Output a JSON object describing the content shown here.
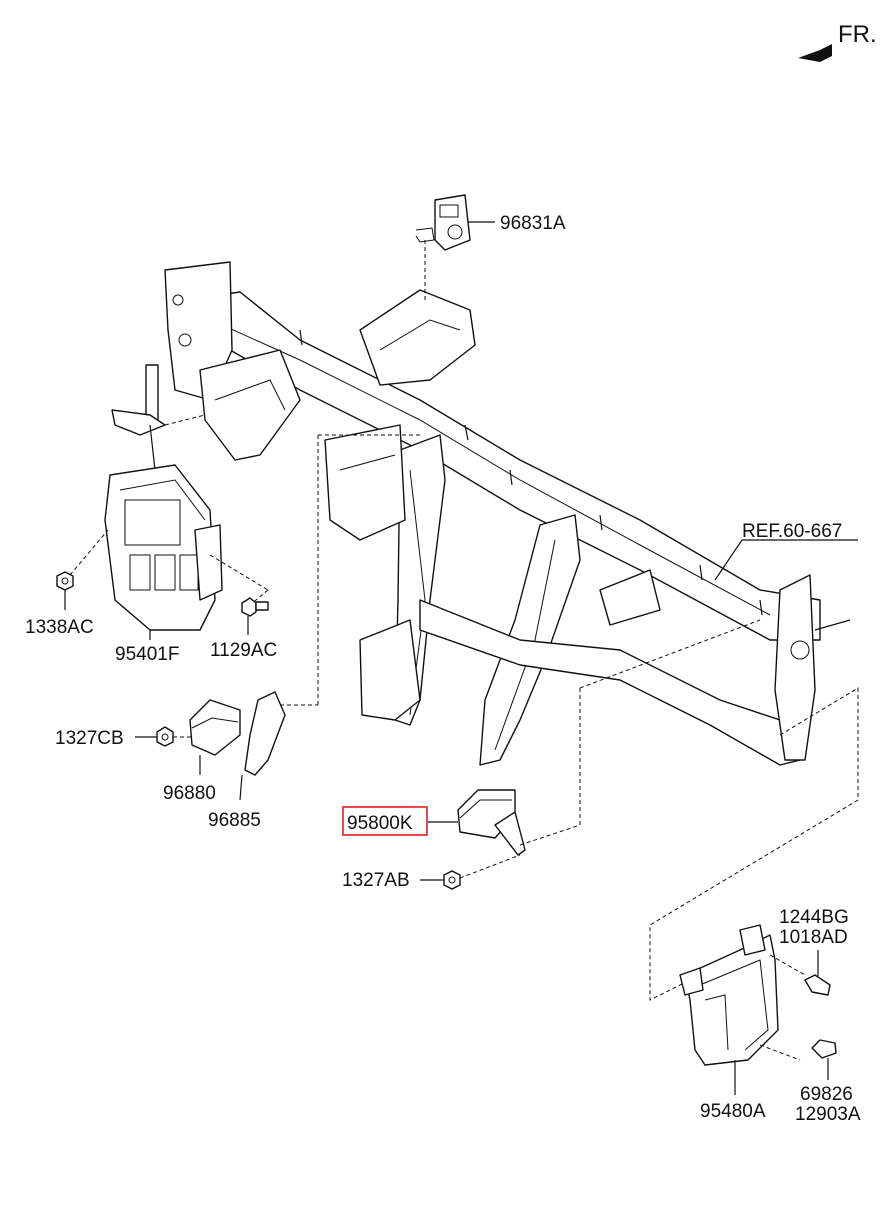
{
  "direction_label": "FR.",
  "reference_label": "REF.60-667",
  "highlight_color": "#e02020",
  "labels": {
    "p96831A": "96831A",
    "p1338AC": "1338AC",
    "p95401F": "95401F",
    "p1129AC": "1129AC",
    "p1327CB": "1327CB",
    "p96880": "96880",
    "p96885": "96885",
    "p95800K": "95800K",
    "p1327AB": "1327AB",
    "p1244BG": "1244BG",
    "p1018AD": "1018AD",
    "p95480A": "95480A",
    "p69826": "69826",
    "p12903A": "12903A"
  }
}
